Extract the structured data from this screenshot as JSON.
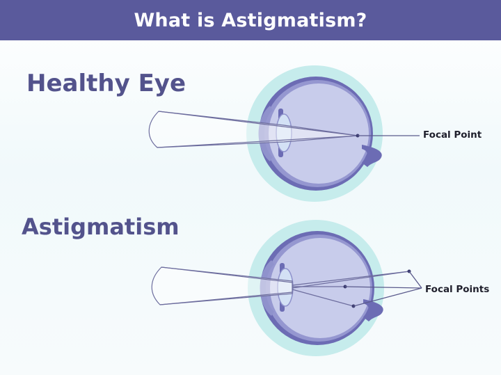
{
  "header": {
    "title": "What is Astigmatism?"
  },
  "sections": {
    "healthy": {
      "label": "Healthy Eye",
      "callout": "Focal Point"
    },
    "astigmatism": {
      "label": "Astigmatism",
      "callout": "Focal Points"
    }
  },
  "colors": {
    "header_bg": "#5a5a9c",
    "label_text": "#53538c",
    "halo": "#c6ecec",
    "sclera": "#6c6cb4",
    "eye_inner": "#c8cceb",
    "lens": "#d3e1f5",
    "ray": "#6d6d9e"
  }
}
